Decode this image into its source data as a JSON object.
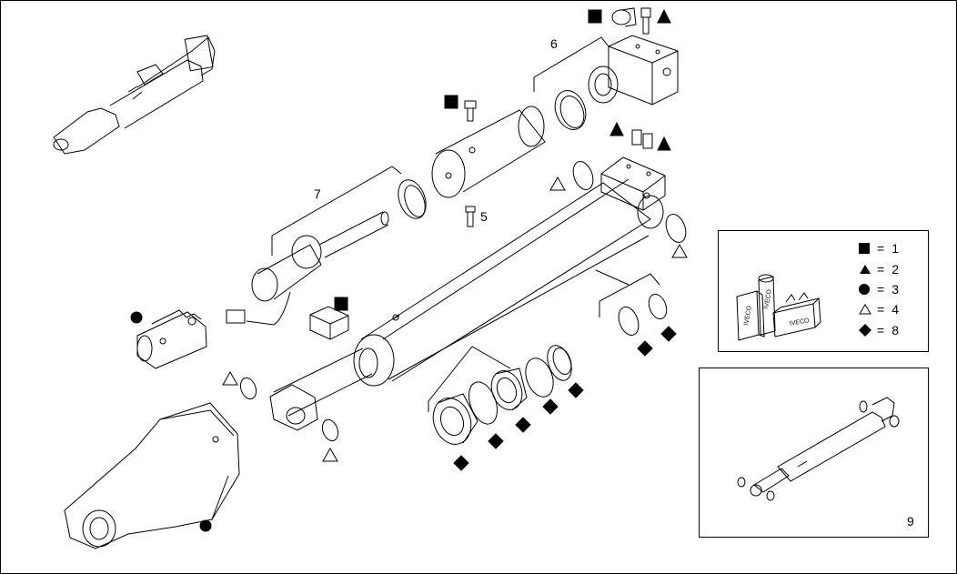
{
  "part_labels": {
    "l5": "5",
    "l6": "6",
    "l7": "7",
    "l9": "9"
  },
  "legend": {
    "items": [
      {
        "symbol": "square-filled",
        "equals": "=",
        "value": "1"
      },
      {
        "symbol": "triangle-filled",
        "equals": "=",
        "value": "2"
      },
      {
        "symbol": "circle-filled",
        "equals": "=",
        "value": "3"
      },
      {
        "symbol": "triangle-outline",
        "equals": "=",
        "value": "4"
      },
      {
        "symbol": "diamond-filled",
        "equals": "=",
        "value": "8"
      }
    ],
    "box_labels": [
      "IVECO",
      "IVECO",
      "IVECO"
    ]
  },
  "colors": {
    "ink": "#000000",
    "paper": "#ffffff"
  }
}
